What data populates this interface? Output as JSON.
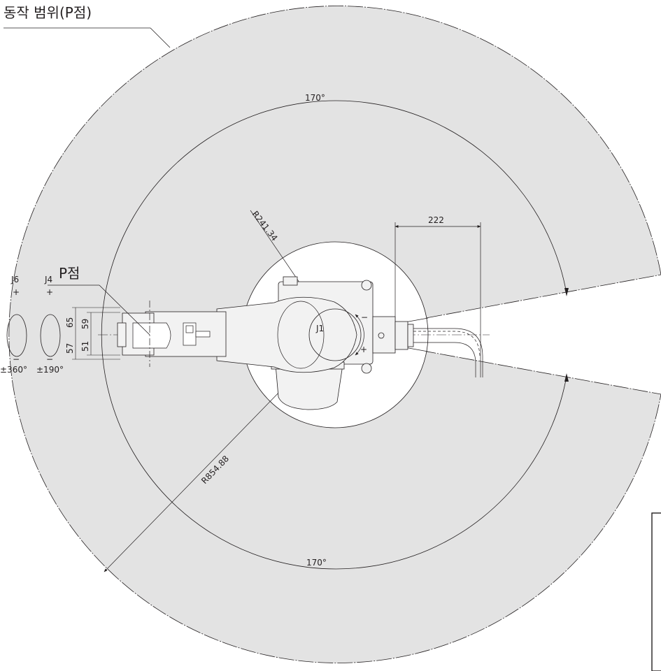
{
  "title": "동작 범위(P점)",
  "p_point_label": "P점",
  "j1_label": "J1",
  "j1_plus": "+",
  "j1_minus": "−",
  "angles": {
    "upper": "170°",
    "lower": "170°"
  },
  "radii": {
    "inner": "R241.34",
    "outer": "R854.88"
  },
  "offset_dim": "222",
  "arm_dims": {
    "d65": "65",
    "d59": "59",
    "d57": "57",
    "d51": "51"
  },
  "joints": {
    "j6": {
      "label": "J6",
      "plus": "+",
      "minus": "−",
      "range": "±360°"
    },
    "j4": {
      "label": "J4",
      "plus": "+",
      "minus": "−",
      "range": "±190°"
    }
  },
  "colors": {
    "work_area": "#e3e3e3",
    "line": "#231f20",
    "robot_fill": "#f2f2f2"
  }
}
